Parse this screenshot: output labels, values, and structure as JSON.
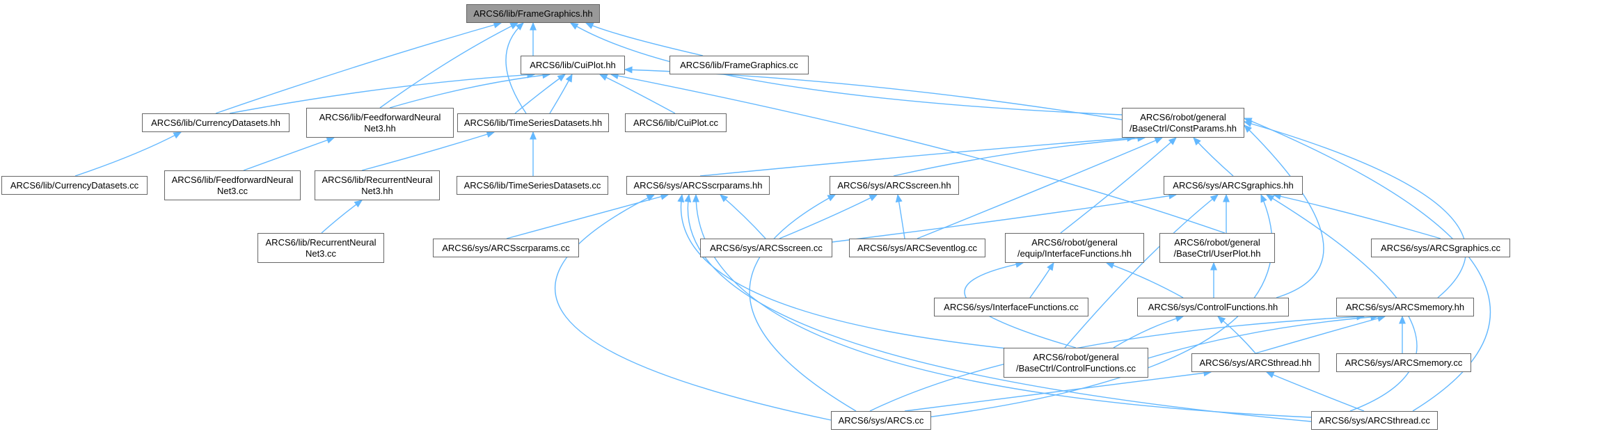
{
  "colors": {
    "edge": "#63b8ff",
    "node_border": "#666666",
    "focus_fill": "#999999"
  },
  "nodes": {
    "fg_hh": {
      "l1": "ARCS6/lib/FrameGraphics.hh",
      "focus": true
    },
    "cuiplot_hh": {
      "l1": "ARCS6/lib/CuiPlot.hh"
    },
    "fg_cc": {
      "l1": "ARCS6/lib/FrameGraphics.cc"
    },
    "currency_hh": {
      "l1": "ARCS6/lib/CurrencyDatasets.hh"
    },
    "ffnn_hh": {
      "l1": "ARCS6/lib/FeedforwardNeural",
      "l2": "Net3.hh"
    },
    "tsd_hh": {
      "l1": "ARCS6/lib/TimeSeriesDatasets.hh"
    },
    "cuiplot_cc": {
      "l1": "ARCS6/lib/CuiPlot.cc"
    },
    "constparams_hh": {
      "l1": "ARCS6/robot/general",
      "l2": "/BaseCtrl/ConstParams.hh"
    },
    "currency_cc": {
      "l1": "ARCS6/lib/CurrencyDatasets.cc"
    },
    "ffnn_cc": {
      "l1": "ARCS6/lib/FeedforwardNeural",
      "l2": "Net3.cc"
    },
    "rnn_hh": {
      "l1": "ARCS6/lib/RecurrentNeural",
      "l2": "Net3.hh"
    },
    "tsd_cc": {
      "l1": "ARCS6/lib/TimeSeriesDatasets.cc"
    },
    "scrparams_hh": {
      "l1": "ARCS6/sys/ARCSscrparams.hh"
    },
    "screen_hh": {
      "l1": "ARCS6/sys/ARCSscreen.hh"
    },
    "graphics_hh": {
      "l1": "ARCS6/sys/ARCSgraphics.hh"
    },
    "rnn_cc": {
      "l1": "ARCS6/lib/RecurrentNeural",
      "l2": "Net3.cc"
    },
    "scrparams_cc": {
      "l1": "ARCS6/sys/ARCSscrparams.cc"
    },
    "screen_cc": {
      "l1": "ARCS6/sys/ARCSscreen.cc"
    },
    "eventlog_cc": {
      "l1": "ARCS6/sys/ARCSeventlog.cc"
    },
    "interface_hh": {
      "l1": "ARCS6/robot/general",
      "l2": "/equip/InterfaceFunctions.hh"
    },
    "userplot_hh": {
      "l1": "ARCS6/robot/general",
      "l2": "/BaseCtrl/UserPlot.hh"
    },
    "graphics_cc": {
      "l1": "ARCS6/sys/ARCSgraphics.cc"
    },
    "interface_cc": {
      "l1": "ARCS6/sys/InterfaceFunctions.cc"
    },
    "control_hh": {
      "l1": "ARCS6/sys/ControlFunctions.hh"
    },
    "memory_hh": {
      "l1": "ARCS6/sys/ARCSmemory.hh"
    },
    "basectrl_control_cc": {
      "l1": "ARCS6/robot/general",
      "l2": "/BaseCtrl/ControlFunctions.cc"
    },
    "thread_hh": {
      "l1": "ARCS6/sys/ARCSthread.hh"
    },
    "memory_cc": {
      "l1": "ARCS6/sys/ARCSmemory.cc"
    },
    "arcs_cc": {
      "l1": "ARCS6/sys/ARCS.cc"
    },
    "thread_cc": {
      "l1": "ARCS6/sys/ARCSthread.cc"
    }
  }
}
